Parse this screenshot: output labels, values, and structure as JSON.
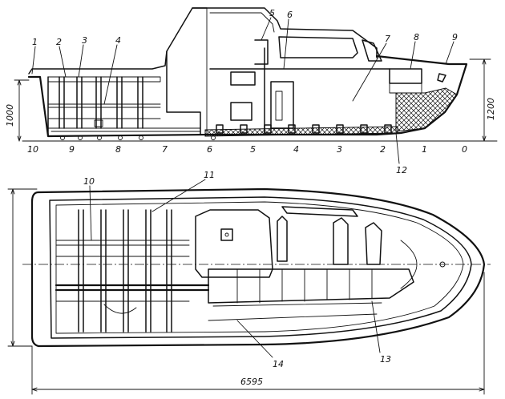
{
  "side_view": {
    "labels": [
      "1",
      "2",
      "3",
      "4",
      "5",
      "6",
      "7",
      "8",
      "9"
    ],
    "frames": [
      "10",
      "9",
      "8",
      "7",
      "6",
      "5",
      "4",
      "3",
      "2",
      "1",
      "0"
    ],
    "dim_height_left": "1000",
    "dim_height_right": "1200",
    "callout_bow": "12"
  },
  "plan_view": {
    "labels": [
      "10",
      "11",
      "13",
      "14"
    ],
    "dim_length": "6595"
  }
}
